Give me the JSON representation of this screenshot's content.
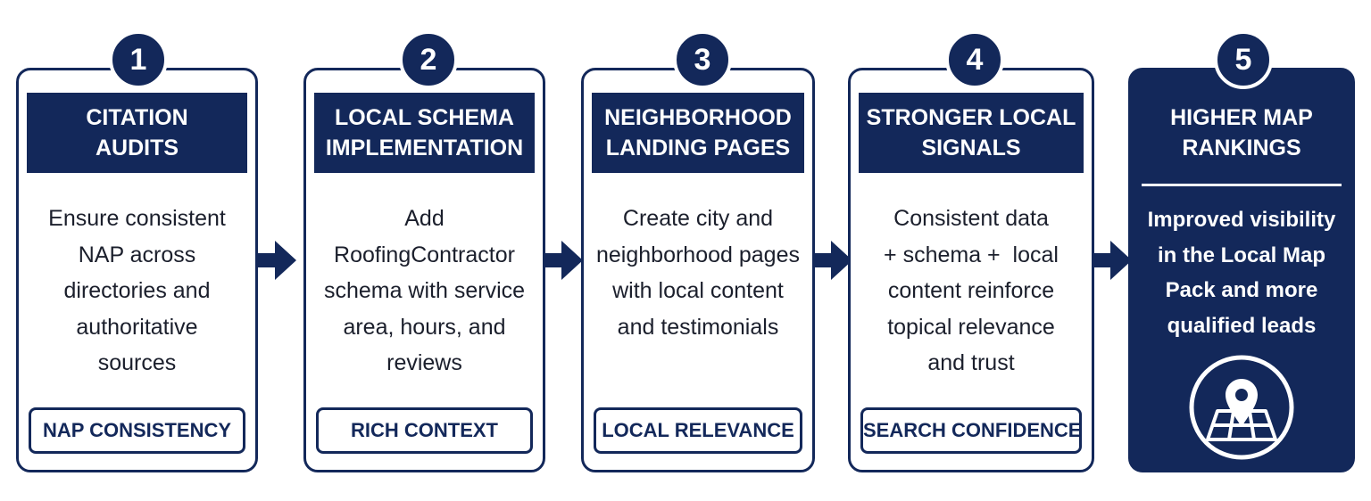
{
  "steps": [
    {
      "number": "1",
      "title": [
        "CITATION",
        "AUDITS"
      ],
      "description": [
        "Ensure consistent",
        "NAP across",
        "directories and",
        "authoritative",
        "sources"
      ],
      "tag": "NAP CONSISTENCY"
    },
    {
      "number": "2",
      "title": [
        "LOCAL SCHEMA",
        "IMPLEMENTATION"
      ],
      "description": [
        "Add RoofingContractor",
        "schema with service",
        "area, hours, and",
        "reviews"
      ],
      "tag": "RICH CONTEXT"
    },
    {
      "number": "3",
      "title": [
        "NEIGHBORHOOD",
        "LANDING PAGES"
      ],
      "description": [
        "Create city and",
        "neighborhood pages",
        "with local content",
        "and testimonials"
      ],
      "tag": "LOCAL RELEVANCE"
    },
    {
      "number": "4",
      "title": [
        "STRONGER LOCAL",
        "SIGNALS"
      ],
      "description": [
        "Consistent data",
        "+ schema +  local",
        "content reinforce",
        "topical relevance",
        "and trust"
      ],
      "tag": "SEARCH CONFIDENCE"
    },
    {
      "number": "5",
      "title": [
        "HIGHER MAP",
        "RANKINGS"
      ],
      "description": [
        "Improved visibility",
        "in the Local Map",
        "Pack and more",
        "qualified leads"
      ],
      "icon": "map-pin-icon"
    }
  ],
  "colors": {
    "navy": "#13285a",
    "text": "#1b1f2c",
    "background": "#ffffff"
  }
}
